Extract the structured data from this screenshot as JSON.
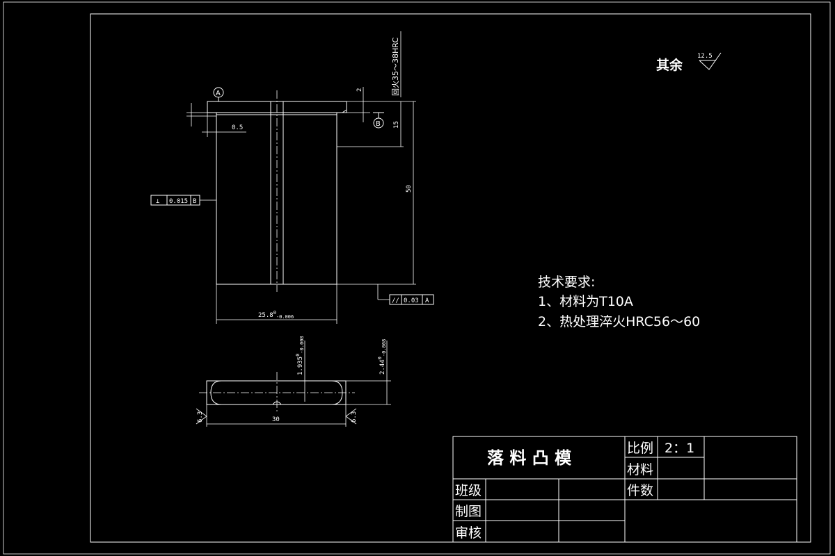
{
  "roughness": {
    "label": "其余",
    "value": "12.5"
  },
  "heat_note": "回火35～38HRC",
  "datums": {
    "a": "A",
    "b": "B"
  },
  "dimensions": {
    "flange_thickness": "2",
    "flange_offset": "0.5",
    "shoulder": "15",
    "length": "50",
    "width_base": "25.8",
    "width_tol": "-0.006",
    "width_sup": "0",
    "thick_base": "2.44",
    "thick_tol": "-0.008",
    "thick_sup": "0",
    "slot_base": "1.935",
    "slot_tol": "-0.008",
    "slot_sup": "0",
    "plan_length": "30",
    "roughness_left": "6.3",
    "roughness_right": "6.3"
  },
  "tolerances": {
    "perpendicularity": {
      "symbol": "⊥",
      "value": "0.015",
      "datum": "B"
    },
    "parallelism": {
      "symbol": "//",
      "value": "0.03",
      "datum": "A"
    }
  },
  "notes": {
    "title": "技术要求:",
    "items": [
      "1、材料为T10A",
      "2、热处理淬火HRC56～60"
    ]
  },
  "title_block": {
    "part_name": "落 料 凸 模",
    "scale_label": "比例",
    "scale_value": "2：1",
    "material_label": "材料",
    "material_value": "",
    "quantity_label": "件数",
    "quantity_value": "",
    "class_label": "班级",
    "drawn_label": "制图",
    "checked_label": "审核"
  }
}
